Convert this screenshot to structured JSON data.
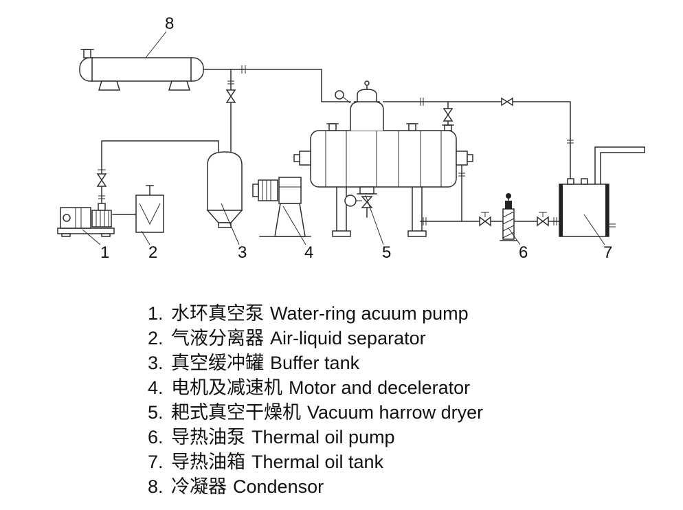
{
  "colors": {
    "background": "#ffffff",
    "line": "#2e2e2e",
    "text": "#111111"
  },
  "diagram": {
    "labels": [
      "1",
      "2",
      "3",
      "4",
      "5",
      "6",
      "7",
      "8"
    ]
  },
  "legend": {
    "items": [
      {
        "num": "1.",
        "zh": "水环真空泵",
        "en": "Water-ring acuum pump"
      },
      {
        "num": "2.",
        "zh": "气液分离器",
        "en": "Air-liquid separator"
      },
      {
        "num": "3.",
        "zh": "真空缓冲罐",
        "en": "Buffer tank"
      },
      {
        "num": "4.",
        "zh": "电机及减速机",
        "en": "Motor and decelerator"
      },
      {
        "num": "5.",
        "zh": "耙式真空干燥机",
        "en": "Vacuum harrow dryer"
      },
      {
        "num": "6.",
        "zh": "导热油泵",
        "en": "Thermal oil pump"
      },
      {
        "num": "7.",
        "zh": "导热油箱",
        "en": "Thermal oil tank"
      },
      {
        "num": "8.",
        "zh": "冷凝器",
        "en": "Condensor"
      }
    ]
  }
}
